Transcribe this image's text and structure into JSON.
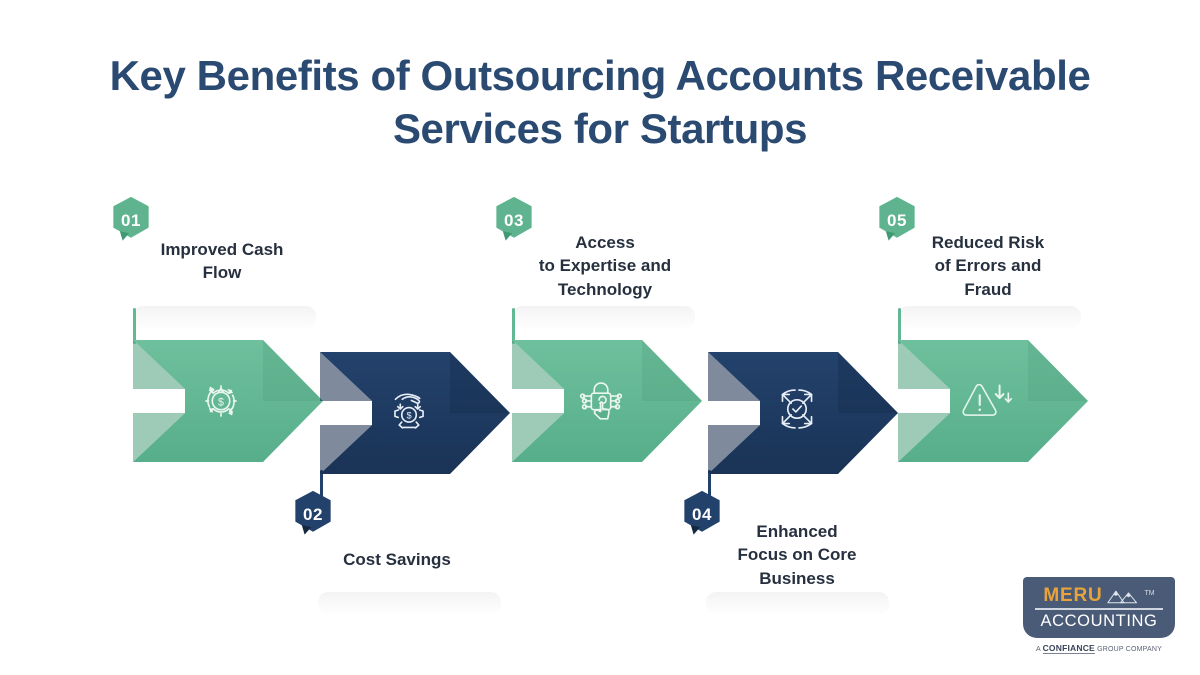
{
  "title": {
    "line1": "Key Benefits of Outsourcing Accounts Receivable",
    "line2": "Services for Startups"
  },
  "colors": {
    "green": "#63B894",
    "navy": "#1E3A5F",
    "title_blue": "#2B4A72",
    "label_dark": "#27303F",
    "panel_gray": "#F1F1F2"
  },
  "steps": [
    {
      "number": "01",
      "label_lines": [
        "Improved Cash",
        "Flow"
      ],
      "color": "green",
      "position": "top",
      "icon": "cash-flow-gear-icon"
    },
    {
      "number": "02",
      "label_lines": [
        "Cost Savings"
      ],
      "color": "navy",
      "position": "bottom",
      "icon": "hand-coin-gear-icon"
    },
    {
      "number": "03",
      "label_lines": [
        "Access",
        "to Expertise and",
        "Technology"
      ],
      "color": "green",
      "position": "top",
      "icon": "secure-padlock-touch-icon"
    },
    {
      "number": "04",
      "label_lines": [
        "Enhanced",
        "Focus on Core",
        "Business"
      ],
      "color": "navy",
      "position": "bottom",
      "icon": "focus-target-check-icon"
    },
    {
      "number": "05",
      "label_lines": [
        "Reduced Risk",
        "of Errors and",
        "Fraud"
      ],
      "color": "green",
      "position": "top",
      "icon": "warning-triangle-down-arrows-icon"
    }
  ],
  "logo": {
    "brand": "MERU",
    "trademark": "TM",
    "word": "ACCOUNTING",
    "tagline_prefix": "A ",
    "tagline_brand": "CONFIANCE",
    "tagline_suffix": " GROUP COMPANY"
  }
}
